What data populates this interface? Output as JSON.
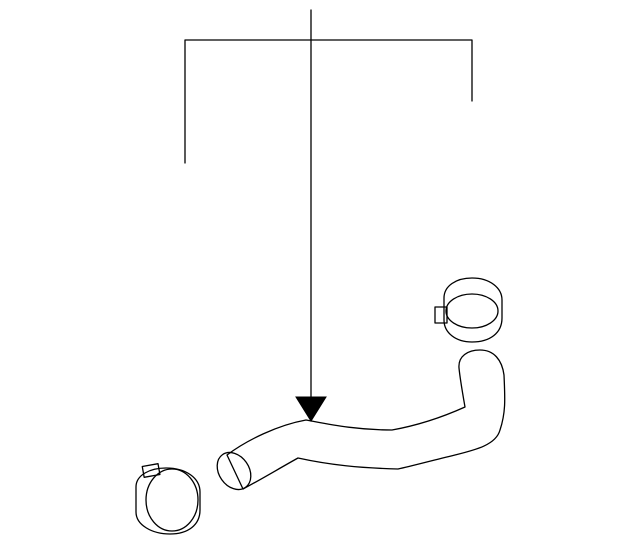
{
  "diagram": {
    "kind": "parts-illustration",
    "callout_labels": [],
    "parts": [
      {
        "id": "upper-hose-clamp",
        "description_visible": false
      },
      {
        "id": "radiator-hose",
        "description_visible": false
      },
      {
        "id": "lower-hose-clamp",
        "description_visible": false
      }
    ],
    "colors": {
      "line": "#000000",
      "background": "#ffffff",
      "arrowhead": "#000000"
    },
    "icons": {
      "pointer": "arrowhead-down-icon"
    }
  }
}
